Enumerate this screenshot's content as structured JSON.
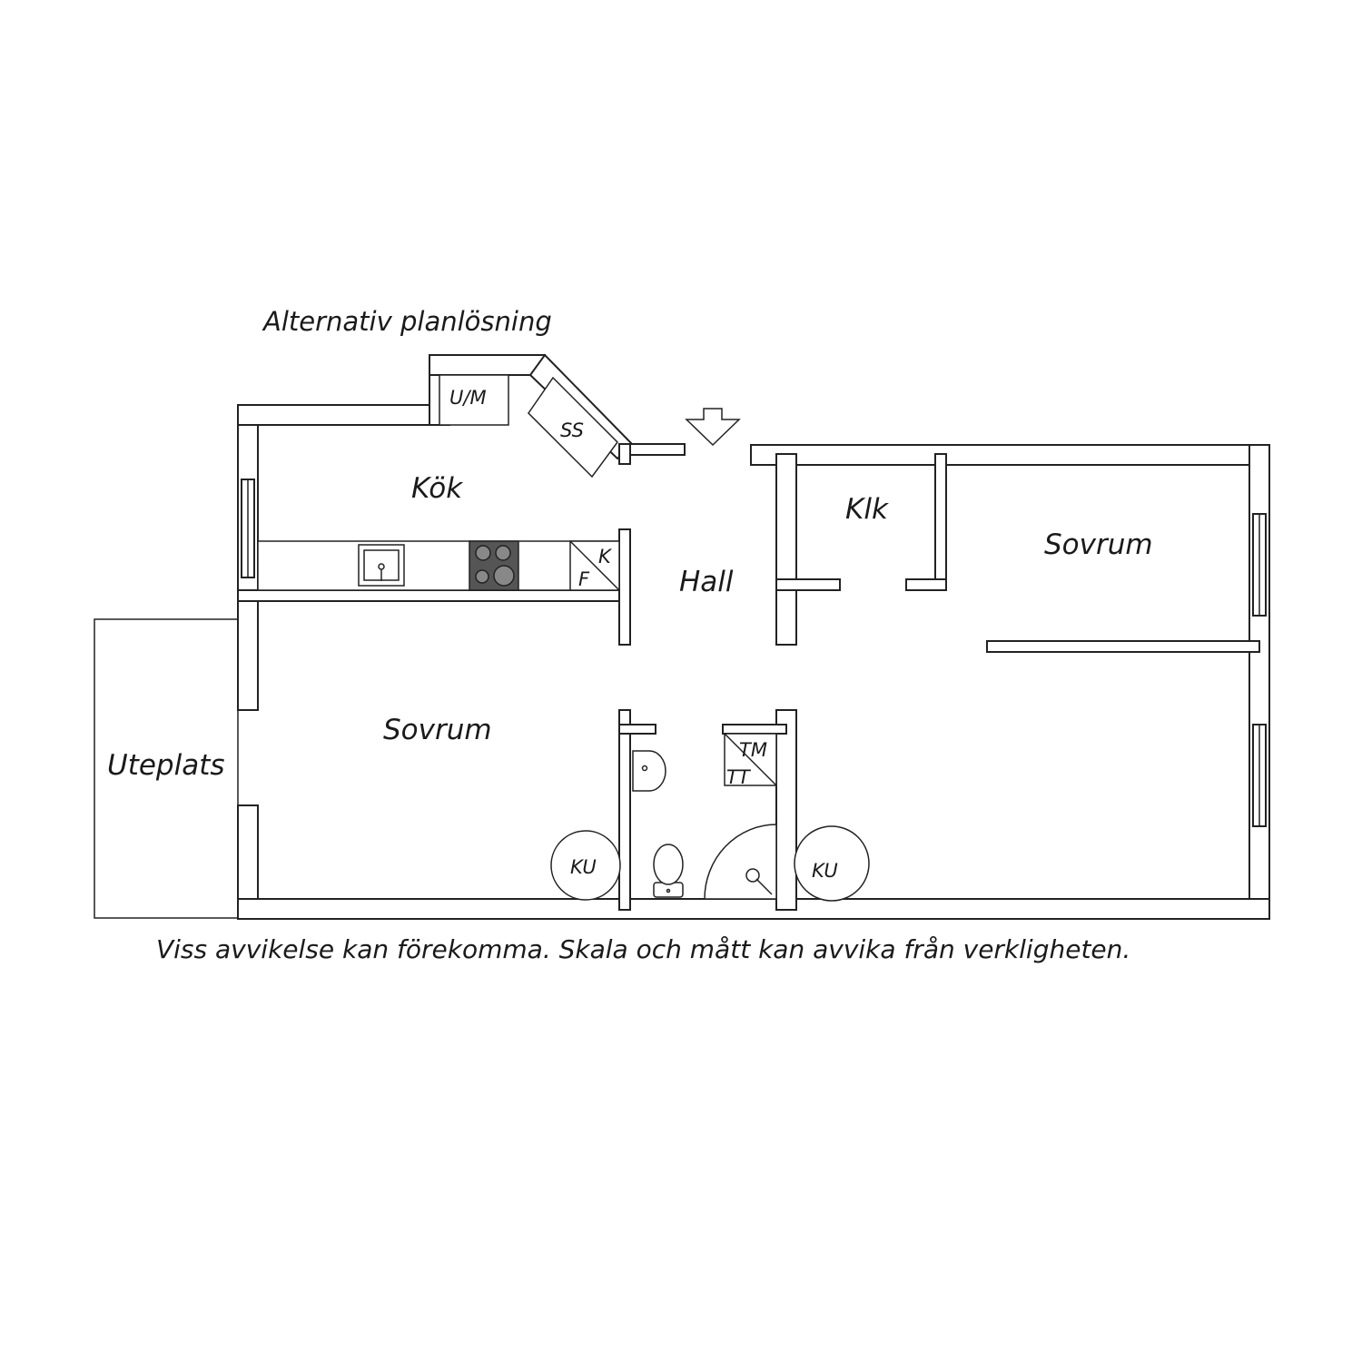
{
  "plan": {
    "title": "Alternativ planlösning",
    "rooms": {
      "kok": "Kök",
      "hall": "Hall",
      "klk": "Klk",
      "sovrum_right": "Sovrum",
      "sovrum_left": "Sovrum",
      "uteplats": "Uteplats"
    },
    "fixtures": {
      "um": "U/M",
      "ss": "SS",
      "k": "K",
      "f": "F",
      "tm": "TM",
      "tt": "TT",
      "ku_left": "KU",
      "ku_right": "KU"
    },
    "disclaimer": "Viss avvikelse kan förekomma. Skala och mått kan avvika från verkligheten."
  },
  "colors": {
    "line": "#222222",
    "background": "#ffffff",
    "stove": "#555555"
  }
}
